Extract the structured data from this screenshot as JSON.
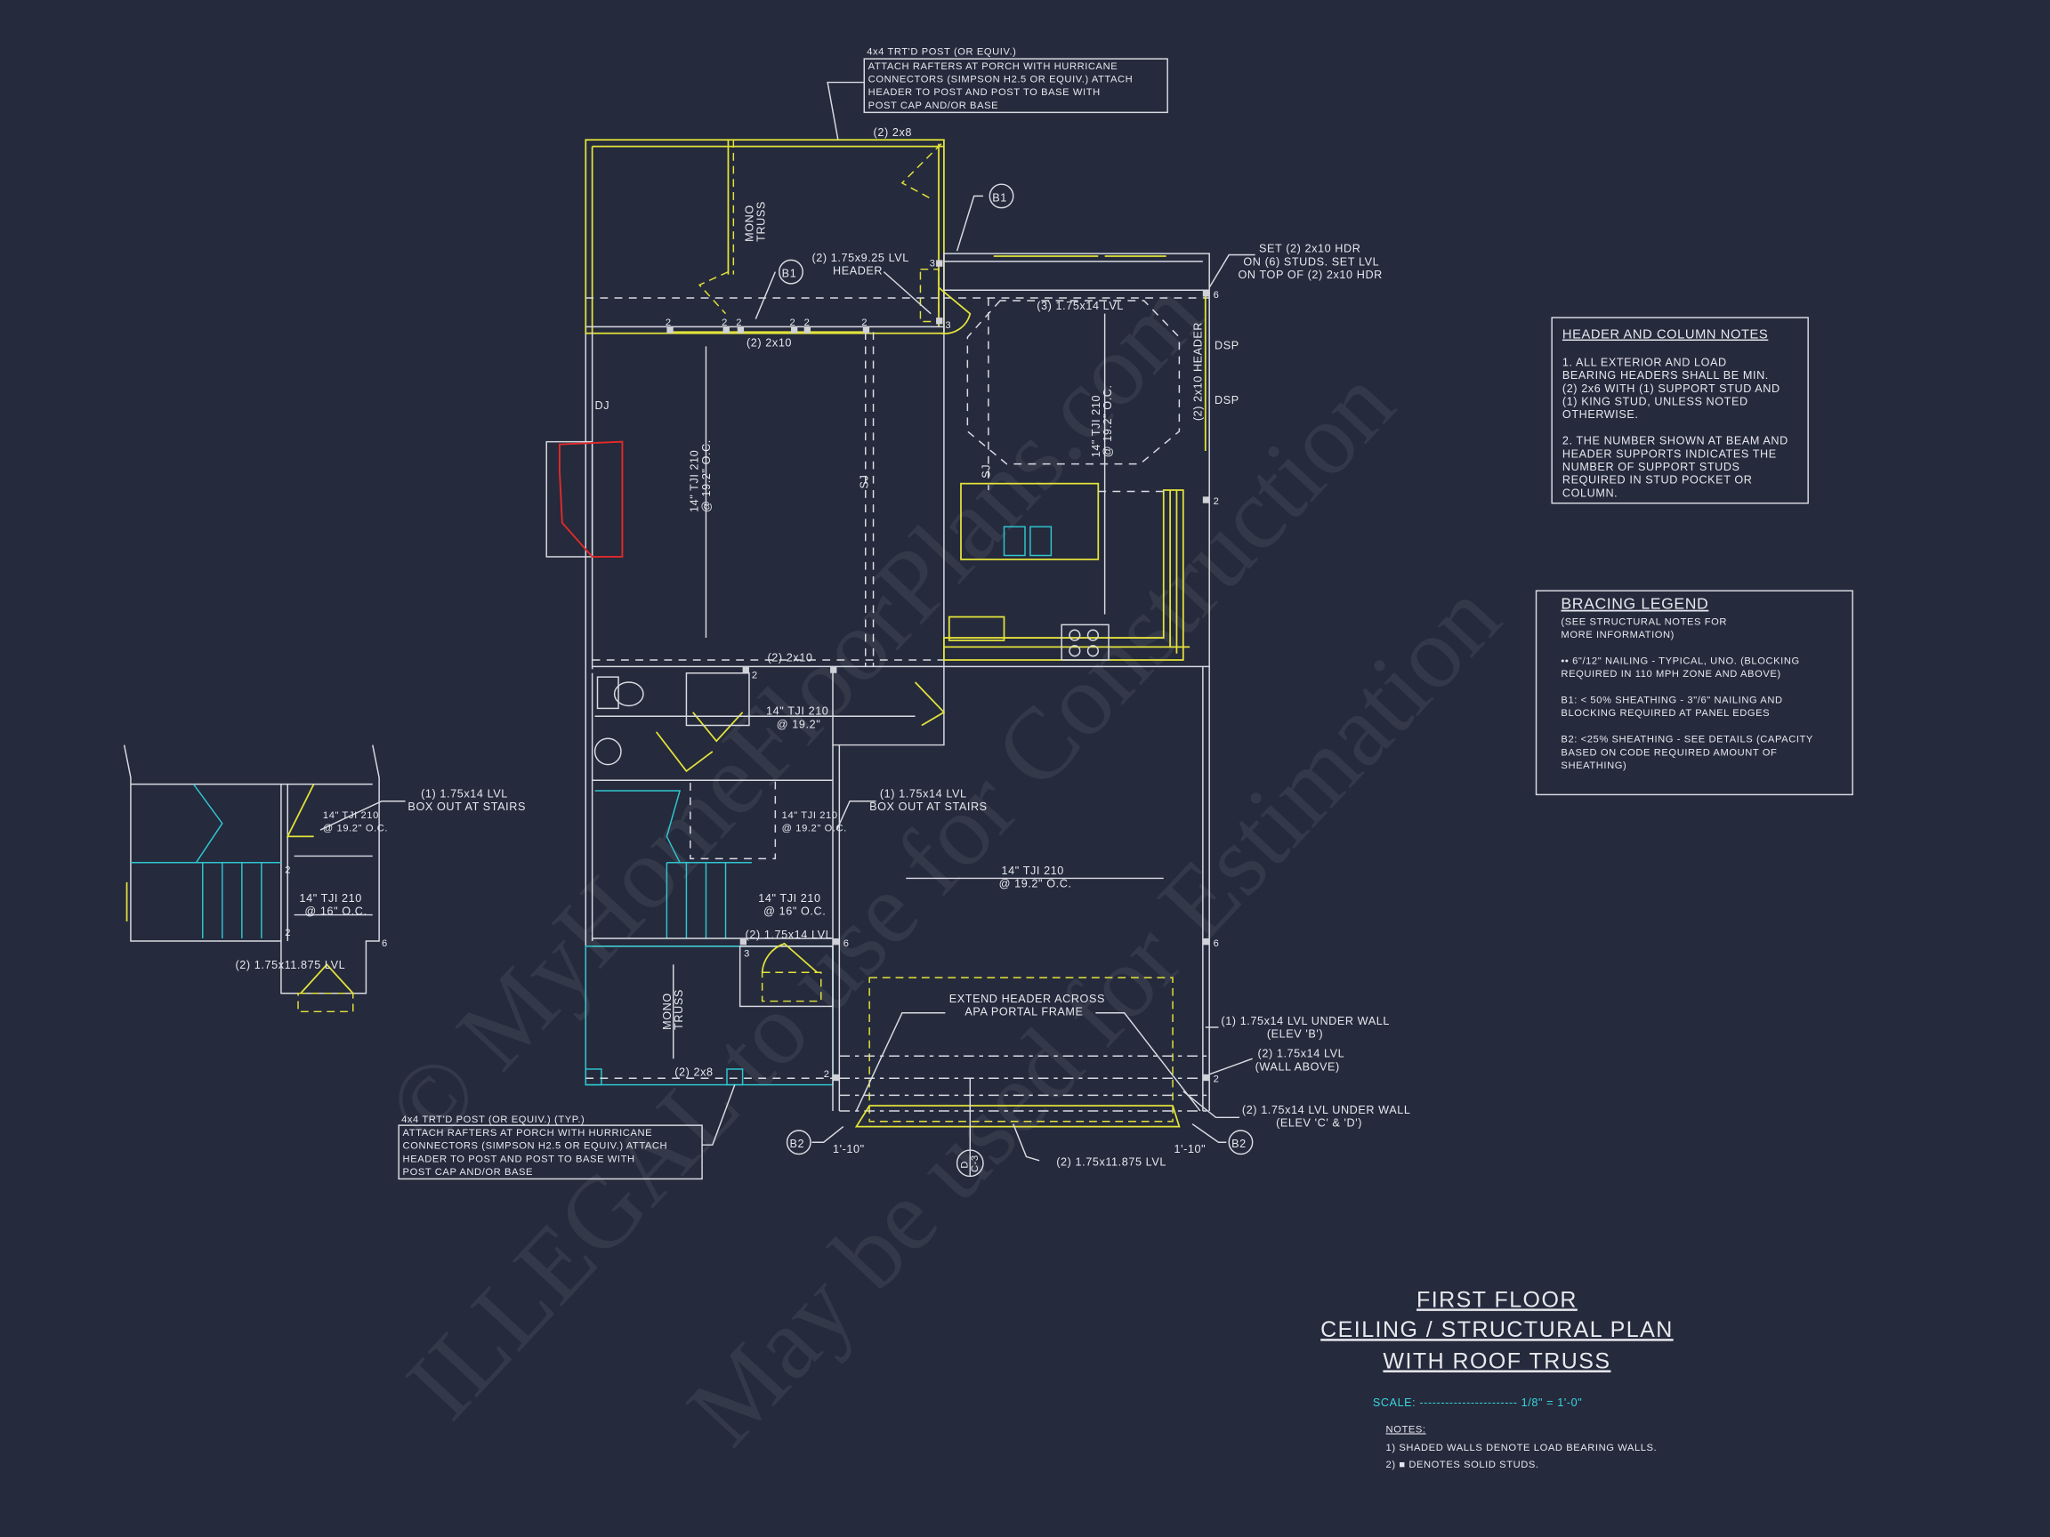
{
  "colors": {
    "background": "#252a3c",
    "lines": "#d9dbe2",
    "load_bearing": "#e3e33a",
    "stairs_porch": "#2fc6d0",
    "fireplace": "#e02a2a",
    "scale": "#38d6e0"
  },
  "watermark": {
    "line1": "© MyHomeFloorPlans.com",
    "line2": "ILLEGAL to use for Construction",
    "line3": "May be used for Estimation"
  },
  "top_note": {
    "heading": "4x4 TRT'D POST (OR EQUIV.)",
    "lines": [
      "ATTACH RAFTERS AT PORCH WITH HURRICANE",
      "CONNECTORS (SIMPSON H2.5 OR EQUIV.) ATTACH",
      "HEADER TO POST AND POST TO BASE WITH",
      "POST CAP AND/OR BASE"
    ]
  },
  "bottom_note": {
    "heading": "4x4 TRT'D POST (OR EQUIV.) (TYP.)",
    "lines": [
      "ATTACH RAFTERS AT PORCH WITH HURRICANE",
      "CONNECTORS (SIMPSON H2.5 OR EQUIV.) ATTACH",
      "HEADER TO POST AND POST TO BASE WITH",
      "POST CAP AND/OR BASE"
    ]
  },
  "header_notes": {
    "title": "HEADER AND COLUMN NOTES",
    "lines": [
      "1. ALL EXTERIOR AND LOAD",
      "BEARING HEADERS SHALL BE MIN.",
      "(2) 2x6 WITH (1) SUPPORT STUD AND",
      "(1) KING STUD, UNLESS NOTED",
      "OTHERWISE.",
      "",
      "2. THE NUMBER SHOWN AT BEAM AND",
      "HEADER SUPPORTS INDICATES THE",
      "NUMBER OF SUPPORT STUDS",
      "REQUIRED IN STUD POCKET OR",
      "COLUMN."
    ]
  },
  "bracing_legend": {
    "title": "BRACING LEGEND",
    "lines": [
      "(SEE STRUCTURAL NOTES FOR",
      "MORE INFORMATION)",
      "",
      "•• 6\"/12\" NAILING - TYPICAL, UNO. (BLOCKING",
      "REQUIRED IN 110 MPH ZONE AND ABOVE)",
      "",
      "B1: < 50% SHEATHING - 3\"/6\" NAILING AND",
      "BLOCKING REQUIRED AT PANEL EDGES",
      "",
      "B2: <25% SHEATHING - SEE DETAILS (CAPACITY",
      "BASED ON CODE REQUIRED AMOUNT OF",
      "SHEATHING)"
    ]
  },
  "title_block": {
    "line1": "FIRST FLOOR",
    "line2": "CEILING / STRUCTURAL PLAN",
    "line3": "WITH ROOF TRUSS",
    "scale_label": "SCALE: ----------------------- 1/8\" = 1'-0\"",
    "notes_heading": "NOTES:",
    "notes": [
      "1) SHADED WALLS DENOTE LOAD BEARING WALLS.",
      "2) ■ DENOTES SOLID STUDS."
    ]
  },
  "plan": {
    "porch_top_beam": "(2) 2x8",
    "mono_truss": [
      "MONO",
      "TRUSS"
    ],
    "lvl_header": [
      "(2) 1.75x9.25 LVL",
      "HEADER"
    ],
    "bracing_b1": "B1",
    "bracing_b2": "B2",
    "beam_2x10_top": "(2) 2x10",
    "lvl_3": "(3) 1.75x14 LVL",
    "set_hdr": [
      "SET (2) 2x10 HDR",
      "ON (6) STUDS. SET LVL",
      "ON TOP OF (2) 2x10 HDR"
    ],
    "dsp": "DSP",
    "header_2x10_vertical": "(2) 2x10 HEADER",
    "dj": "DJ",
    "tji_vertical": [
      "14\" TJI 210",
      "@ 19.2\" O.C."
    ],
    "sj": "SJ",
    "beam_2x10_mid": "(2) 2x10",
    "tji_mid": [
      "14\" TJI 210",
      "@ 19.2\""
    ],
    "box_out": [
      "(1) 1.75x14 LVL",
      "BOX OUT AT STAIRS"
    ],
    "tji_small_192": [
      "14\" TJI 210",
      "@ 19.2\" O.C."
    ],
    "tji_small_16": [
      "14\" TJI 210",
      "@ 16\" O.C."
    ],
    "lvl_2_1475": "(2) 1.75x14 LVL",
    "lvl_11875_left": "(2) 1.75x11.875 LVL",
    "tji_garage": [
      "14\" TJI 210",
      "@ 19.2\" O.C."
    ],
    "porch_bottom_beam": "(2) 2x8",
    "extend_header": [
      "EXTEND HEADER ACROSS",
      "APA PORTAL FRAME"
    ],
    "lvl_under_wall_b": [
      "(1) 1.75x14 LVL UNDER WALL",
      "(ELEV 'B')"
    ],
    "lvl_wall_above": [
      "(2) 1.75x14 LVL",
      "(WALL ABOVE)"
    ],
    "lvl_under_wall_cd": [
      "(2) 1.75x14 LVL UNDER WALL",
      "(ELEV 'C' & 'D')"
    ],
    "dim_left": "1'-10\"",
    "dim_right": "1'-10\"",
    "garage_beam": "(2) 1.75x11.875 LVL",
    "section_top": "D",
    "section_bottom": "C-3",
    "studs": {
      "two": "2",
      "three": "3",
      "six": "6"
    }
  }
}
